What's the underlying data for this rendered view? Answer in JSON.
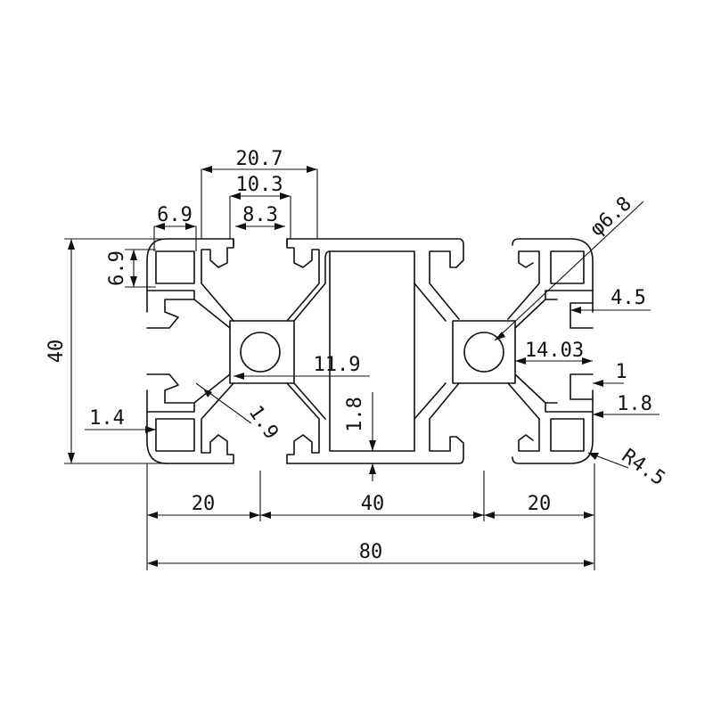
{
  "dimensions": {
    "d_20_7": "20.7",
    "d_10_3": "10.3",
    "d_8_3": "8.3",
    "d_6_9_top": "6.9",
    "d_6_9_side": "6.9",
    "d_40_height": "40",
    "d_diameter": "φ6.8",
    "d_4_5": "4.5",
    "d_14_03": "14.03",
    "d_1": "1",
    "d_1_8_right": "1.8",
    "d_r4_5": "R4.5",
    "d_11_9": "11.9",
    "d_1_8_center": "1.8",
    "d_1_9": "1.9",
    "d_1_4": "1.4",
    "d_20_left": "20",
    "d_40_mid": "40",
    "d_20_right": "20",
    "d_80": "80"
  },
  "colors": {
    "line": "#111111",
    "background": "#ffffff"
  }
}
